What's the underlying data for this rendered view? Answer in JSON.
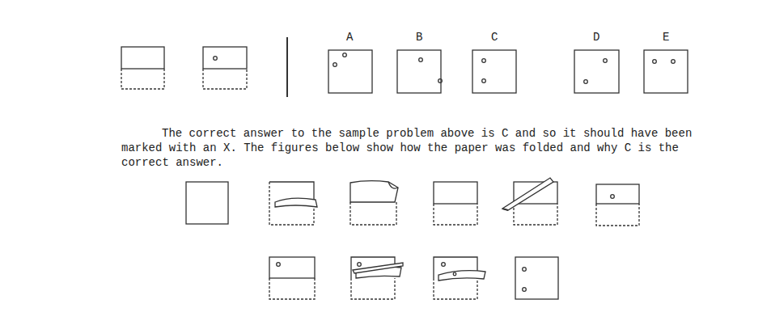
{
  "diagram": {
    "labels": [
      "A",
      "B",
      "C",
      "D",
      "E",
      "The correct answer to the sample problem above is C and so it should have been marked with an X. The figures below show how the paper was folded and why C is the correct answer."
    ]
  }
}
